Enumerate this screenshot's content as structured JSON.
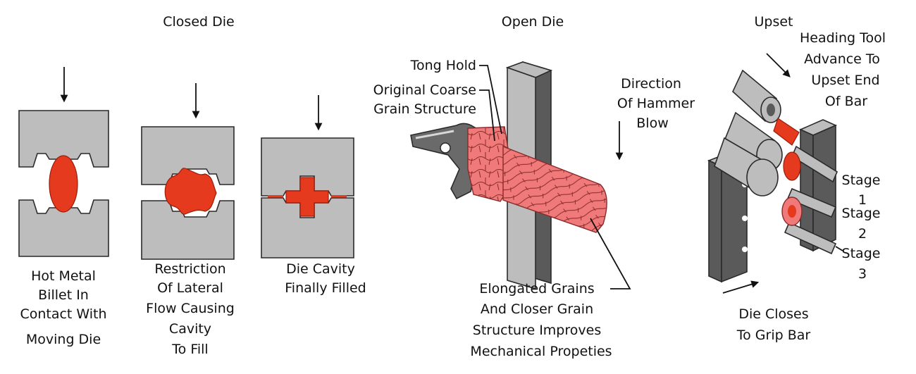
{
  "sections": {
    "closed_die": "Closed Die",
    "open_die": "Open Die",
    "upset": "Upset"
  },
  "closed_die": {
    "stage1": [
      "Hot Metal",
      "Billet In",
      "Contact With",
      "Moving Die"
    ],
    "stage2": [
      "Restriction",
      "Of Lateral",
      "Flow Causing",
      "Cavity",
      "To Fill"
    ],
    "stage3": [
      "Die Cavity",
      "Finally Filled"
    ]
  },
  "open_die": {
    "tong_hold": "Tong Hold",
    "original_grain": [
      "Original Coarse",
      "Grain Structure"
    ],
    "direction": [
      "Direction",
      "Of Hammer",
      "Blow"
    ],
    "elongated": [
      "Elongated Grains",
      "And Closer Grain",
      "Structure Improves",
      "Mechanical Propeties"
    ]
  },
  "upset": {
    "heading_tool": [
      "Heading Tool",
      "Advance To",
      "Upset End",
      "Of Bar"
    ],
    "stages": [
      [
        "Stage",
        "1"
      ],
      [
        "Stage",
        "2"
      ],
      [
        "Stage",
        "3"
      ]
    ],
    "die_closes": [
      "Die Closes",
      "To Grip Bar"
    ]
  },
  "colors": {
    "die_gray": "#bdbdbd",
    "dark_gray": "#5a5a5a",
    "hot_metal": "#e53a1d",
    "grain_pink": "#f07a7a"
  }
}
